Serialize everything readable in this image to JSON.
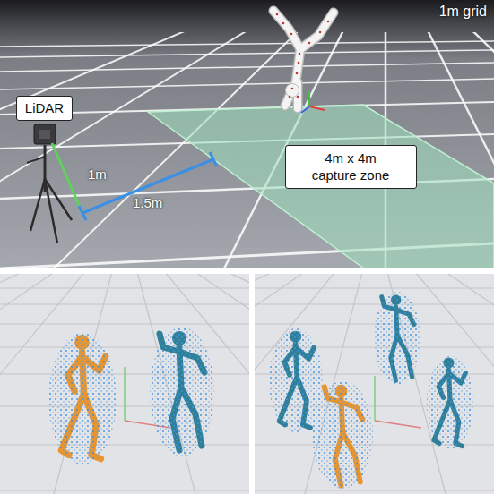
{
  "diagram": {
    "nodes": [
      {
        "text": [
          "LiDAR"
        ]
      },
      {
        "text": [
          "4m x 4m capture zone"
        ]
      }
    ],
    "labels": [
      "1m grid",
      "1m",
      "1.5m"
    ]
  }
}
